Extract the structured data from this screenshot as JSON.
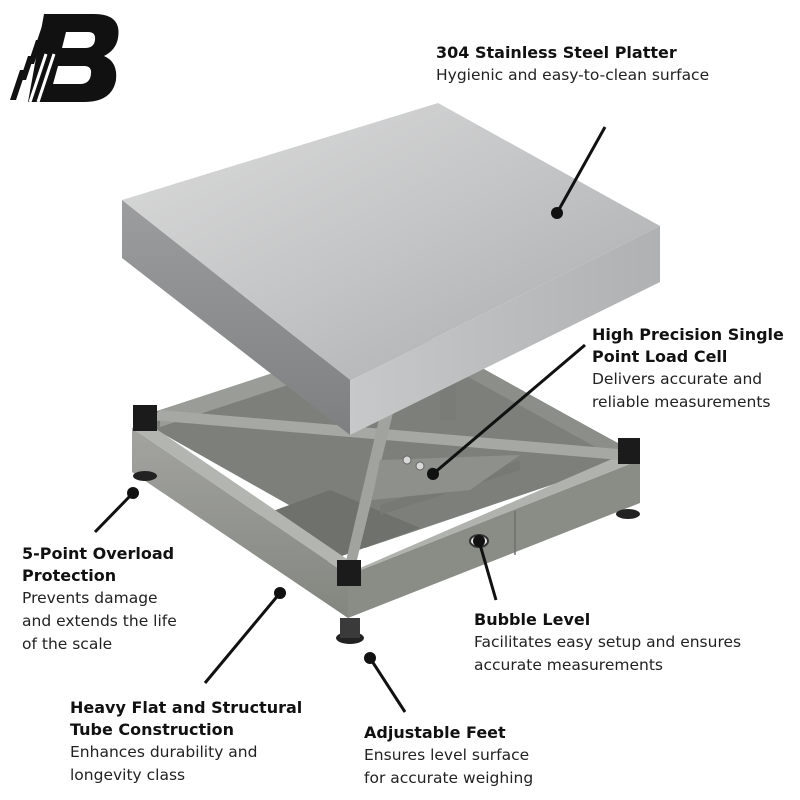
{
  "brand": {
    "logo_icon": "brand-b-logo-icon",
    "color": "#111111"
  },
  "colors": {
    "frame": "#8f918d",
    "steel": "#c2c3c4",
    "accent": "#111111"
  },
  "callouts": {
    "platter": {
      "title": "304 Stainless Steel Platter",
      "desc": [
        "Hygienic and easy-to-clean surface"
      ]
    },
    "load_cell": {
      "title": [
        "High Precision Single",
        "Point Load Cell"
      ],
      "desc": [
        "Delivers accurate and",
        "reliable measurements"
      ]
    },
    "overload": {
      "title": [
        "5-Point Overload",
        "Protection"
      ],
      "desc": [
        "Prevents damage",
        "and extends the life",
        "of the scale"
      ]
    },
    "bubble": {
      "title": "Bubble Level",
      "desc": [
        "Facilitates easy setup and ensures",
        "accurate measurements"
      ]
    },
    "tube": {
      "title": [
        "Heavy Flat and Structural",
        "Tube Construction"
      ],
      "desc": [
        "Enhances durability and",
        "longevity class"
      ]
    },
    "feet": {
      "title": "Adjustable Feet",
      "desc": [
        "Ensures level surface",
        "for accurate weighing"
      ]
    }
  }
}
